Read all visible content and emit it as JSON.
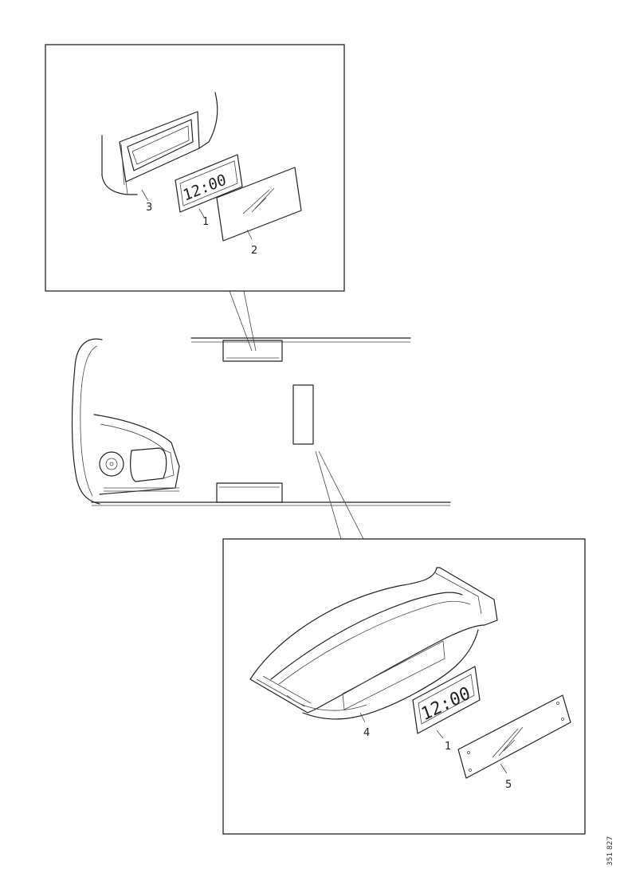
{
  "diagram": {
    "top_detail": {
      "clock_display": "12:00",
      "callouts": {
        "part_3": "3",
        "part_1": "1",
        "part_2": "2"
      }
    },
    "bottom_detail": {
      "clock_display": "12:00",
      "callouts": {
        "part_4": "4",
        "part_1": "1",
        "part_5": "5"
      }
    },
    "drawing_number": "351 827"
  }
}
